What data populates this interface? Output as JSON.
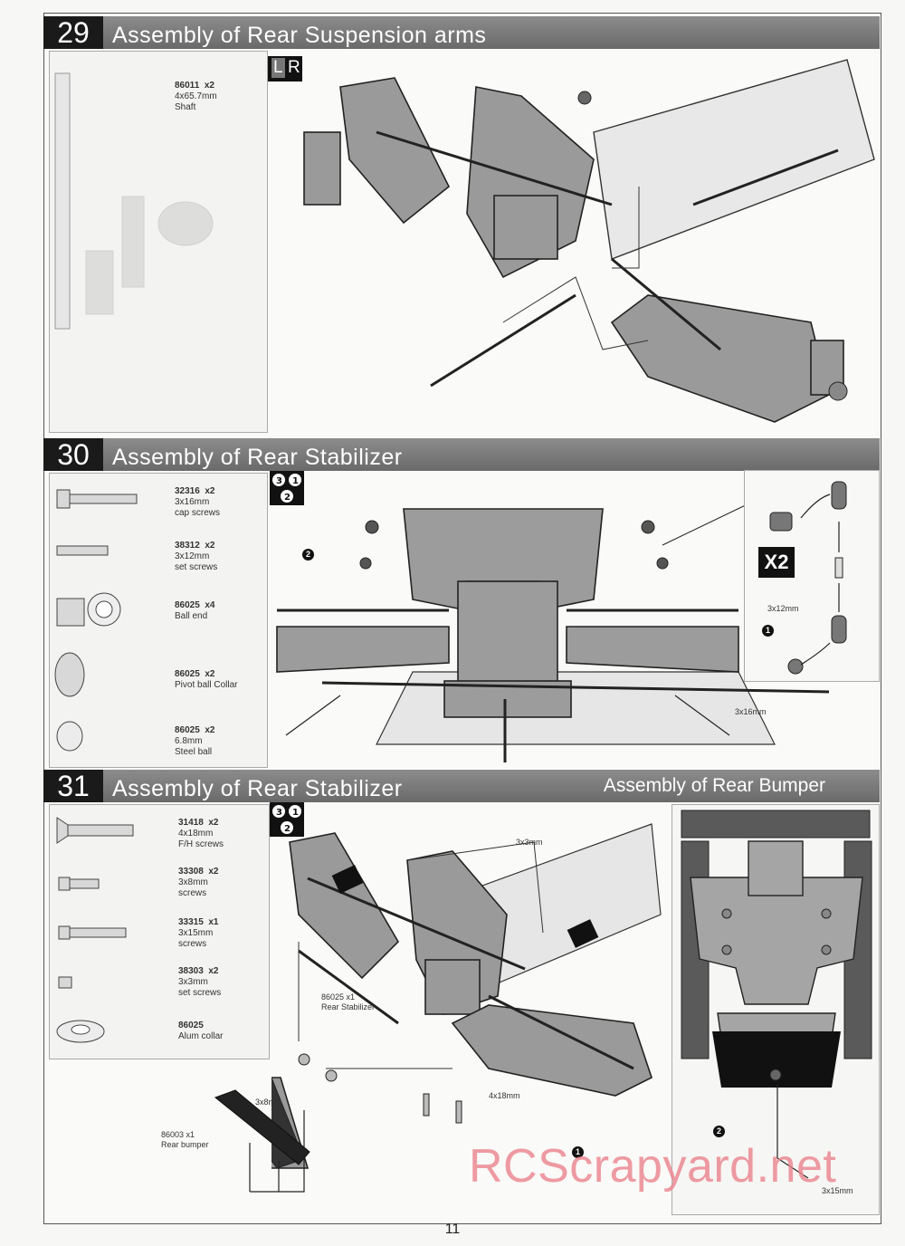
{
  "page_number": "11",
  "watermark": "RCScrapyard.net",
  "steps": [
    {
      "number": "29",
      "title": "Assembly of Rear Suspension arms",
      "badge": [
        "L",
        "R"
      ],
      "parts": [
        {
          "code": "86011",
          "qty": "x2",
          "size": "4x65.7mm",
          "name": "Shaft"
        }
      ]
    },
    {
      "number": "30",
      "title": "Assembly of Rear Stabilizer",
      "parts": [
        {
          "code": "32316",
          "qty": "x2",
          "size": "3x16mm",
          "name": "cap screws"
        },
        {
          "code": "38312",
          "qty": "x2",
          "size": "3x12mm",
          "name": "set screws"
        },
        {
          "code": "86025",
          "qty": "x4",
          "size": "",
          "name": "Ball end"
        },
        {
          "code": "86025",
          "qty": "x2",
          "size": "",
          "name": "Pivot ball Collar"
        },
        {
          "code": "86025",
          "qty": "x2",
          "size": "6.8mm",
          "name": "Steel ball"
        }
      ],
      "callouts": {
        "x2": "X2",
        "set_screw": "3x12mm",
        "cap_screw": "3x16mm"
      }
    },
    {
      "number": "31",
      "title": "Assembly of Rear Stabilizer",
      "title_right": "Assembly of Rear Bumper",
      "parts": [
        {
          "code": "31418",
          "qty": "x2",
          "size": "4x18mm",
          "name": "F/H screws"
        },
        {
          "code": "33308",
          "qty": "x2",
          "size": "3x8mm",
          "name": "screws"
        },
        {
          "code": "33315",
          "qty": "x1",
          "size": "3x15mm",
          "name": "screws"
        },
        {
          "code": "38303",
          "qty": "x2",
          "size": "3x3mm",
          "name": "set screws"
        },
        {
          "code": "86025",
          "qty": "",
          "size": "",
          "name": "Alum collar"
        }
      ],
      "callouts": {
        "set_screw": "3x3mm",
        "stabilizer_code": "86025  x1",
        "stabilizer_name": "Rear Stabilizer",
        "screw_3x8": "3x8mm",
        "screw_4x18": "4x18mm",
        "bumper_code": "86003  x1",
        "bumper_name": "Rear bumper",
        "screw_3x15": "3x15mm"
      }
    }
  ],
  "colors": {
    "bar_dark": "#1a1a1a",
    "bar_grey": "#7a7a7a",
    "watermark": "#eb828c"
  }
}
